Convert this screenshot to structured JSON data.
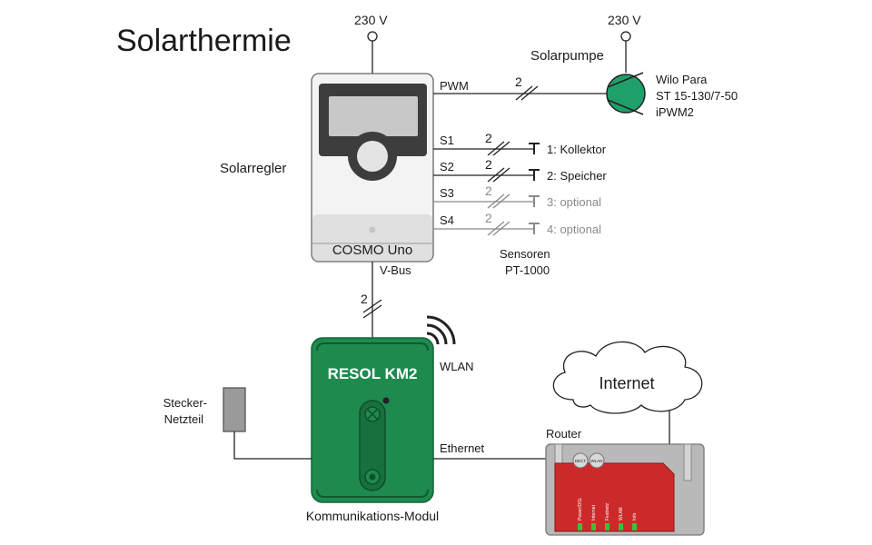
{
  "title": "Solarthermie",
  "power_top_left": "230 V",
  "power_top_right": "230 V",
  "pump": {
    "heading": "Solarpumpe",
    "model_line1": "Wilo Para",
    "model_line2": "ST 15-130/7-50",
    "model_line3": "iPWM2"
  },
  "controller": {
    "label": "Solarregler",
    "name": "COSMO Uno",
    "pwm_label": "PWM",
    "pwm_wires": "2",
    "vbus_label": "V-Bus",
    "vbus_wires": "2"
  },
  "sensors": [
    {
      "port": "S1",
      "wires": "2",
      "label": "1: Kollektor",
      "optional": false
    },
    {
      "port": "S2",
      "wires": "2",
      "label": "2: Speicher",
      "optional": false
    },
    {
      "port": "S3",
      "wires": "2",
      "label": "3: optional",
      "optional": true
    },
    {
      "port": "S4",
      "wires": "2",
      "label": "4: optional",
      "optional": true
    }
  ],
  "sensor_type_line1": "Sensoren",
  "sensor_type_line2": "PT-1000",
  "module": {
    "name": "RESOL KM2",
    "caption": "Kommunikations-Modul",
    "wlan_label": "WLAN",
    "ethernet_label": "Ethernet"
  },
  "psu": {
    "line1": "Stecker-",
    "line2": "Netzteil"
  },
  "internet_label": "Internet",
  "router": {
    "label": "Router",
    "buttons": [
      "DECT",
      "WLAN"
    ],
    "leds": [
      "Power/DSL",
      "Internet",
      "Festnetz",
      "WLAN",
      "Info"
    ]
  },
  "colors": {
    "module_green": "#1e8a4e",
    "pump_green": "#1fa06a",
    "router_red": "#cc2a2a",
    "led_green": "#36c23a",
    "optional_gray": "#8a8a8a"
  }
}
